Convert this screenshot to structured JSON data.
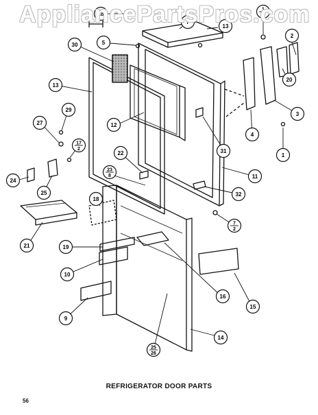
{
  "watermark": "AppliancePartsPros.com",
  "caption": "REFRIGERATOR DOOR PARTS",
  "page_number": "56",
  "callouts": [
    {
      "id": "c28",
      "text": "28"
    },
    {
      "id": "c7",
      "text": "7"
    },
    {
      "id": "c1a",
      "text": "1"
    },
    {
      "id": "c13a",
      "text": "13"
    },
    {
      "id": "c5",
      "text": "5"
    },
    {
      "id": "c30",
      "text": "30"
    },
    {
      "id": "c13",
      "text": "13"
    },
    {
      "id": "c2",
      "text": "2"
    },
    {
      "id": "c20",
      "text": "20"
    },
    {
      "id": "c3",
      "text": "3"
    },
    {
      "id": "c4",
      "text": "4"
    },
    {
      "id": "c1",
      "text": "1"
    },
    {
      "id": "c31",
      "text": "31"
    },
    {
      "id": "c12",
      "text": "12"
    },
    {
      "id": "c29",
      "text": "29"
    },
    {
      "id": "c27",
      "text": "27"
    },
    {
      "id": "c17a",
      "text": "17"
    },
    {
      "id": "c22",
      "text": "22"
    },
    {
      "id": "c23",
      "text": "23"
    },
    {
      "id": "c11",
      "text": "11"
    },
    {
      "id": "c24",
      "text": "24"
    },
    {
      "id": "c25",
      "text": "25"
    },
    {
      "id": "c32",
      "text": "32"
    },
    {
      "id": "c7b",
      "text": "7"
    },
    {
      "id": "c21",
      "text": "21"
    },
    {
      "id": "c18",
      "text": "18"
    },
    {
      "id": "c19",
      "text": "19"
    },
    {
      "id": "c10",
      "text": "10"
    },
    {
      "id": "c16",
      "text": "16"
    },
    {
      "id": "c15",
      "text": "15"
    },
    {
      "id": "c9",
      "text": "9"
    },
    {
      "id": "c14",
      "text": "14"
    },
    {
      "id": "c25b",
      "text": "25"
    }
  ],
  "fraction_bottoms": {
    "c1a": "8",
    "c17a": "2",
    "c23": "8",
    "c7b": "2",
    "c25b": "26"
  }
}
